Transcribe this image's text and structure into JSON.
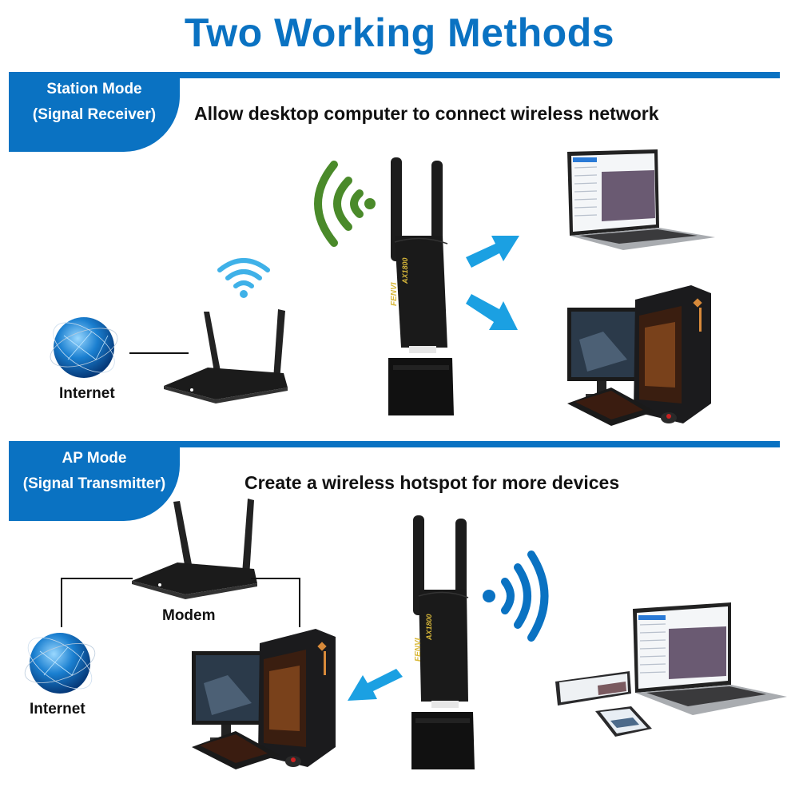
{
  "title": "Two Working Methods",
  "colors": {
    "brand_blue": "#0a72c2",
    "arrow_blue": "#1ba0e2",
    "wifi_green": "#4a8a2a",
    "wifi_blue": "#0a72c2",
    "wifi_light_blue": "#3fb1e8",
    "dongle_text_gold": "#d8b83a"
  },
  "sections": [
    {
      "mode": "Station Mode",
      "role": "(Signal Receiver)",
      "description": "Allow desktop computer to connect wireless network",
      "nodes": {
        "internet_label": "Internet",
        "dongle_brand": "FENVI",
        "dongle_model": "AX1800"
      },
      "icons": [
        "globe-icon",
        "router-icon",
        "wifi-signal-icon",
        "usb-wifi-dongle-icon",
        "arrow-icon",
        "laptop-icon",
        "desktop-pc-icon"
      ]
    },
    {
      "mode": "AP Mode",
      "role": "(Signal Transmitter)",
      "description": "Create a wireless hotspot for more devices",
      "nodes": {
        "internet_label": "Internet",
        "modem_label": "Modem",
        "dongle_brand": "FENVI",
        "dongle_model": "AX1800"
      },
      "icons": [
        "globe-icon",
        "router-icon",
        "desktop-pc-icon",
        "usb-wifi-dongle-icon",
        "wifi-signal-icon",
        "laptop-icon",
        "tablet-icon",
        "phone-icon"
      ]
    }
  ]
}
